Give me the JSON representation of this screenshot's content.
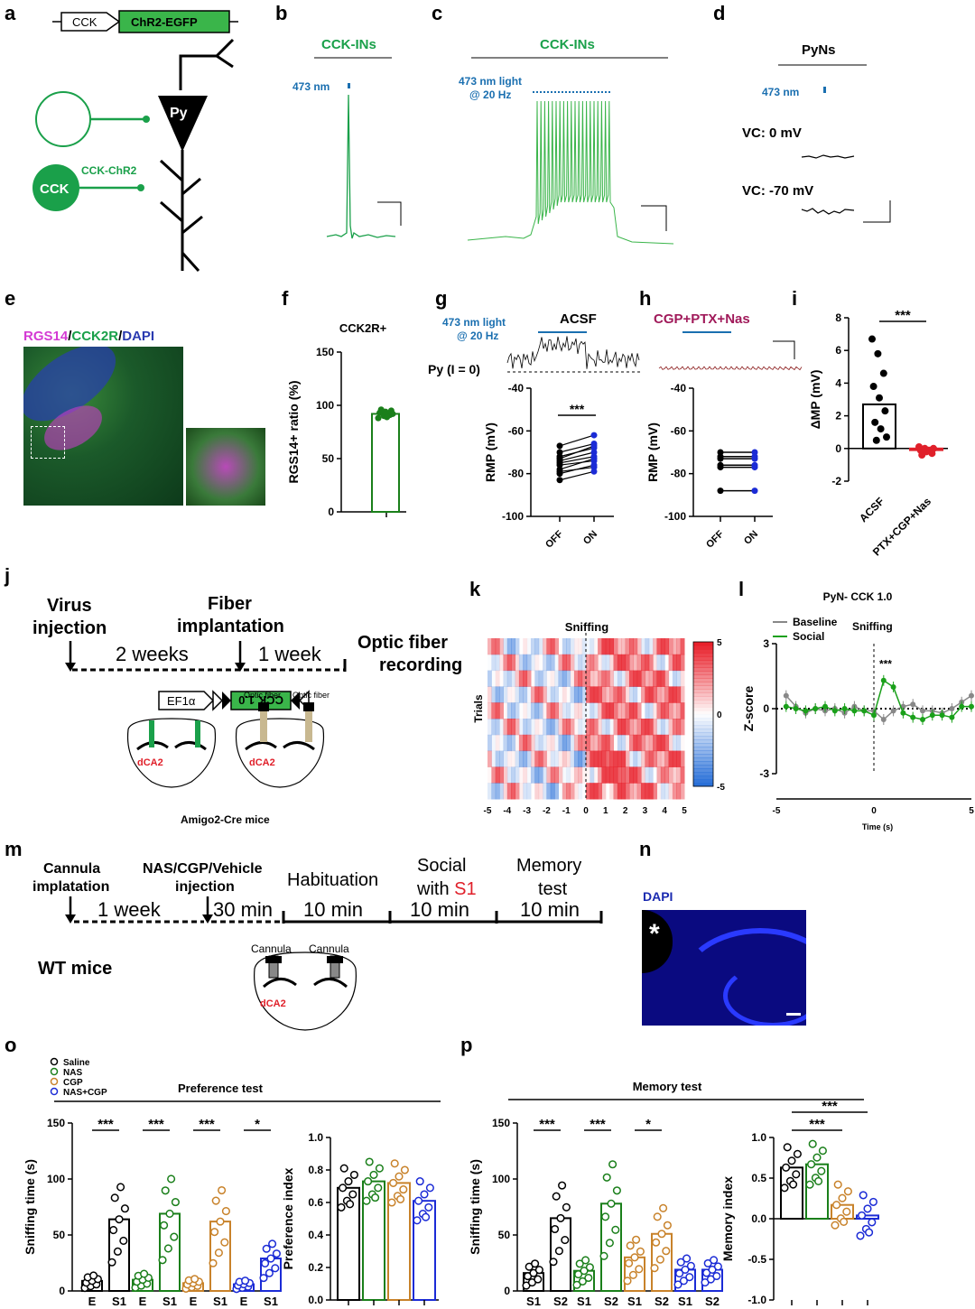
{
  "panels": {
    "a": "a",
    "b": "b",
    "c": "c",
    "d": "d",
    "e": "e",
    "f": "f",
    "g": "g",
    "h": "h",
    "i": "i",
    "j": "j",
    "k": "k",
    "l": "l",
    "m": "m",
    "n": "n",
    "o": "o",
    "p": "p"
  },
  "a": {
    "construct_promoter": "CCK",
    "construct_gene": "ChR2-EGFP",
    "py": "Py",
    "cck": "CCK",
    "cck_chr2": "CCK-ChR2"
  },
  "b": {
    "title": "CCK-INs",
    "light": "473 nm"
  },
  "c": {
    "title": "CCK-INs",
    "light1": "473 nm light",
    "light2": "@ 20 Hz"
  },
  "d": {
    "title": "PyNs",
    "light": "473 nm",
    "vc0": "VC: 0 mV",
    "vc70": "VC: -70 mV"
  },
  "e": {
    "stain_rgs14": "RGS14",
    "stain_sep1": "/",
    "stain_cck2r": "CCK2R",
    "stain_sep2": "/",
    "stain_dapi": "DAPI"
  },
  "f": {
    "title": "CCK2R+",
    "ylabel": "RGS14+ ratio (%)"
  },
  "g": {
    "light1": "473 nm light",
    "light2": "@ 20 Hz",
    "cond": "ACSF",
    "py": "Py (I = 0)",
    "ylabel": "RMP (mV)",
    "sig": "***"
  },
  "h": {
    "cond": "CGP+PTX+Nas",
    "ylabel": "RMP (mV)"
  },
  "i": {
    "ylabel": "ΔMP (mV)",
    "sig": "***"
  },
  "j": {
    "virus1": "Virus",
    "virus2": "injection",
    "fiber1": "Fiber",
    "fiber2": "implantation",
    "weeks2": "2 weeks",
    "week1": "1 week",
    "optic1": "Optic fiber",
    "optic2": "recording",
    "ef1a": "EF1α",
    "sensor": "CCK 1.0",
    "of1": "Optic fiber",
    "of2": "Optic fiber",
    "dca2a": "dCA2",
    "dca2b": "dCA2",
    "mice": "Amigo2-Cre mice"
  },
  "k": {
    "title": "Sniffing",
    "ylabel": "Trials"
  },
  "l": {
    "title": "PyN- CCK 1.0",
    "sniff": "Sniffing",
    "ylabel": "Z-score",
    "xlabel": "Time (s)",
    "sig": "***"
  },
  "m": {
    "cannula1": "Cannula",
    "cannula2": "implatation",
    "inj1": "NAS/CGP/Vehicle",
    "inj2": "injection",
    "week1": "1 week",
    "min30": "30 min",
    "hab": "Habituation",
    "hab_t": "10 min",
    "soc1": "Social",
    "soc2a": "with ",
    "soc2b": "S1",
    "soc_t": "10 min",
    "mem1": "Memory",
    "mem2": "test",
    "mem_t": "10 min",
    "wt": "WT mice",
    "can_a": "Cannula",
    "can_b": "Cannula",
    "dca2": "dCA2"
  },
  "n": {
    "label": "DAPI",
    "star": "*"
  },
  "o": {
    "title": "Preference test",
    "ylabel1": "Sniffing time (s)",
    "ylabel2": "Preference index",
    "legend": [
      "Saline",
      "NAS",
      "CGP",
      "NAS+CGP"
    ],
    "sig": [
      "***",
      "***",
      "***",
      "*"
    ]
  },
  "p": {
    "title": "Memory test",
    "ylabel1": "Sniffing time (s)",
    "ylabel2": "Memory index",
    "sig": [
      "***",
      "***",
      "*"
    ],
    "sig2": [
      "***",
      "***"
    ]
  },
  "colors": {
    "saline": "#000000",
    "nas": "#1a7f1a",
    "cgp": "#c8822a",
    "nascgp": "#1b2bd6",
    "acsf_green": "#1a9a4a",
    "heat_red": "#e8202a",
    "heat_blue": "#2a70d8"
  },
  "chart_data": [
    {
      "panel": "f",
      "type": "bar",
      "title": "CCK2R+",
      "ylabel": "RGS14+ ratio (%)",
      "ylim": [
        0,
        150
      ],
      "yticks": [
        0,
        50,
        100,
        150
      ],
      "values": [
        92
      ],
      "points": [
        88,
        90,
        91,
        93,
        94,
        95,
        96,
        89,
        92
      ]
    },
    {
      "panel": "g",
      "type": "scatter",
      "ylabel": "RMP (mV)",
      "ylim": [
        -100,
        -40
      ],
      "yticks": [
        -100,
        -80,
        -60,
        -40
      ],
      "categories": [
        "OFF",
        "ON"
      ],
      "pairs": [
        [
          -67,
          -62
        ],
        [
          -70,
          -66
        ],
        [
          -72,
          -68
        ],
        [
          -73,
          -67
        ],
        [
          -74,
          -70
        ],
        [
          -75,
          -72
        ],
        [
          -76,
          -74
        ],
        [
          -78,
          -73
        ],
        [
          -79,
          -77
        ],
        [
          -80,
          -76
        ],
        [
          -83,
          -79
        ]
      ]
    },
    {
      "panel": "h",
      "type": "scatter",
      "ylabel": "RMP (mV)",
      "ylim": [
        -100,
        -40
      ],
      "yticks": [
        -100,
        -80,
        -60,
        -40
      ],
      "categories": [
        "OFF",
        "ON"
      ],
      "pairs": [
        [
          -70,
          -70
        ],
        [
          -72,
          -72
        ],
        [
          -73,
          -73
        ],
        [
          -76,
          -76
        ],
        [
          -77,
          -77
        ],
        [
          -88,
          -88
        ]
      ]
    },
    {
      "panel": "i",
      "type": "bar",
      "ylabel": "ΔMP (mV)",
      "ylim": [
        -2,
        8
      ],
      "yticks": [
        -2,
        0,
        2,
        4,
        6,
        8
      ],
      "categories": [
        "ACSF",
        "PTX+CGP+Nas"
      ],
      "values": [
        2.7,
        -0.1
      ],
      "points": [
        [
          6.7,
          5.8,
          4.6,
          3.8,
          3.1,
          2.3,
          1.6,
          1.2,
          0.7,
          0.5
        ],
        [
          0.1,
          0.0,
          -0.1,
          -0.1,
          -0.2,
          -0.3,
          -0.4,
          -0.1,
          0.0,
          -0.2
        ]
      ]
    },
    {
      "panel": "k",
      "type": "heatmap",
      "title": "Sniffing",
      "xlim": [
        -5,
        5
      ],
      "xticks": [
        -5,
        -4,
        -3,
        -2,
        -1,
        0,
        1,
        2,
        3,
        4,
        5
      ],
      "colorbar": [
        -5,
        0,
        5
      ],
      "ylabel": "Trials",
      "rows": 10
    },
    {
      "panel": "l",
      "type": "line",
      "title": "PyN- CCK 1.0",
      "xlabel": "Time (s)",
      "ylabel": "Z-score",
      "xlim": [
        -5,
        5
      ],
      "ylim": [
        -3,
        3
      ],
      "xticks": [
        -5,
        0,
        5
      ],
      "yticks": [
        -3,
        0,
        3
      ],
      "x": [
        -4.5,
        -4,
        -3.5,
        -3,
        -2.5,
        -2,
        -1.5,
        -1,
        -0.5,
        0,
        0.5,
        1,
        1.5,
        2,
        2.5,
        3,
        3.5,
        4,
        4.5,
        5
      ],
      "series": [
        {
          "name": "Baseline",
          "values": [
            0.6,
            0.1,
            -0.2,
            0.0,
            -0.1,
            0.0,
            -0.2,
            0.1,
            -0.1,
            -0.1,
            -0.5,
            -0.1,
            0.1,
            0.2,
            -0.1,
            -0.1,
            -0.2,
            0.0,
            0.3,
            0.6
          ]
        },
        {
          "name": "Social",
          "values": [
            0.1,
            0.0,
            -0.1,
            0.0,
            0.1,
            -0.1,
            0.0,
            -0.1,
            -0.1,
            -0.3,
            1.3,
            1.0,
            -0.2,
            -0.4,
            -0.5,
            -0.3,
            -0.3,
            -0.4,
            0.1,
            0.1
          ]
        }
      ]
    },
    {
      "panel": "o-left",
      "type": "bar",
      "ylabel": "Sniffing time (s)",
      "ylim": [
        0,
        150
      ],
      "yticks": [
        0,
        50,
        100,
        150
      ],
      "categories": [
        "E",
        "S1",
        "E",
        "S1",
        "E",
        "S1",
        "E",
        "S1"
      ],
      "groups": [
        "Saline",
        "Saline",
        "NAS",
        "NAS",
        "CGP",
        "CGP",
        "NAS+CGP",
        "NAS+CGP"
      ],
      "values": [
        9,
        64,
        10,
        69,
        7,
        62,
        6,
        29
      ]
    },
    {
      "panel": "o-right",
      "type": "bar",
      "ylabel": "Preference index",
      "ylim": [
        0,
        1.0
      ],
      "yticks": [
        0,
        0.2,
        0.4,
        0.6,
        0.8,
        1.0
      ],
      "groups": [
        "Saline",
        "NAS",
        "CGP",
        "NAS+CGP"
      ],
      "values": [
        0.69,
        0.73,
        0.72,
        0.61
      ]
    },
    {
      "panel": "p-left",
      "type": "bar",
      "ylabel": "Sniffing time (s)",
      "ylim": [
        0,
        150
      ],
      "yticks": [
        0,
        50,
        100,
        150
      ],
      "categories": [
        "S1",
        "S2",
        "S1",
        "S2",
        "S1",
        "S2",
        "S1",
        "S2"
      ],
      "groups": [
        "Saline",
        "Saline",
        "NAS",
        "NAS",
        "CGP",
        "CGP",
        "NAS+CGP",
        "NAS+CGP"
      ],
      "values": [
        16,
        65,
        18,
        78,
        30,
        51,
        19,
        19
      ]
    },
    {
      "panel": "p-right",
      "type": "bar",
      "ylabel": "Memory index",
      "ylim": [
        -1.0,
        1.0
      ],
      "yticks": [
        -1.0,
        -0.5,
        0.0,
        0.5,
        1.0
      ],
      "groups": [
        "Saline",
        "NAS",
        "CGP",
        "NAS+CGP"
      ],
      "values": [
        0.63,
        0.67,
        0.17,
        0.04
      ]
    }
  ]
}
